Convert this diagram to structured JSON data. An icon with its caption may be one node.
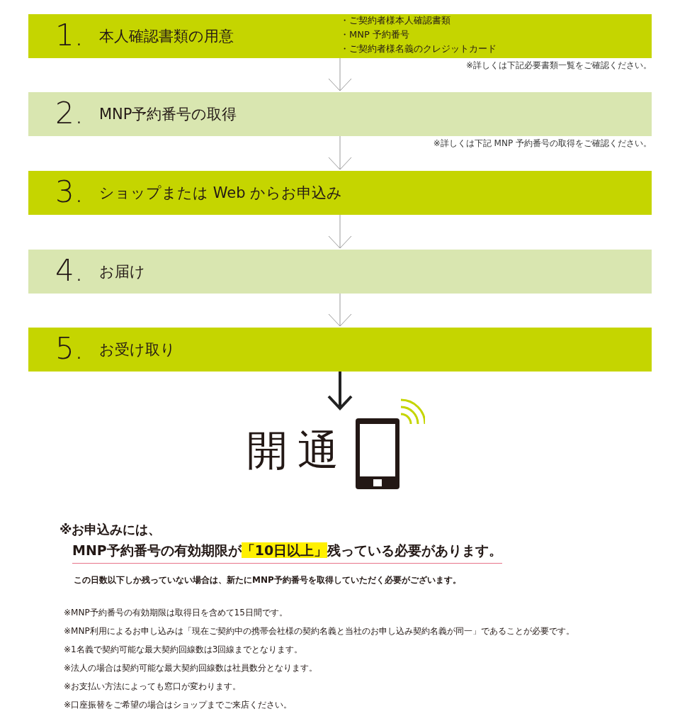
{
  "diagram": {
    "nodes": [
      {
        "text": [
          "1.",
          "本人確認書類の用意",
          "・ご契約者様本人確認書類",
          "・MNP 予約番号",
          "・ご契約者様名義のクレジットカード"
        ],
        "beside": [
          "※詳しくは下記必要書類一覧をご確認ください。"
        ]
      },
      {
        "text": [
          "2.",
          "MNP予約番号の取得"
        ],
        "beside": [
          "※詳しくは下記 MNP 予約番号の取得をご確認ください。"
        ]
      },
      {
        "text": [
          "3.",
          "ショップまたは Web からお申込み"
        ]
      },
      {
        "text": [
          "4.",
          "お届け"
        ]
      },
      {
        "text": [
          "5.",
          "お受け取り"
        ]
      },
      {
        "text": [
          "開通"
        ]
      }
    ],
    "edges": [
      {
        "from": 0,
        "to": 1,
        "arrow": "to"
      },
      {
        "from": 1,
        "to": 2,
        "arrow": "to"
      },
      {
        "from": 2,
        "to": 3,
        "arrow": "to"
      },
      {
        "from": 3,
        "to": 4,
        "arrow": "to"
      },
      {
        "from": 4,
        "to": 5,
        "arrow": "to",
        "style": "thick",
        "color": "#222222"
      }
    ],
    "labels": [
      "※お申込みには、",
      "MNP予約番号の有効期限が**「10日以上」**残っている必要があります。",
      "この日数以下しか残っていない場合は、新たにMNP予約番号を取得していただく必要がございます。",
      "※MNP予約番号の有効期限は取得日を含めて15日間です。",
      "※MNP利用によるお申し込みは「現在ご契約中の携帯会社様の契約名義と当社のお申し込み契約名義が同一」であることが必要です。",
      "※1名義で契約可能な最大契約回線数は3回線までとなります。",
      "※法人の場合は契約可能な最大契約回線数は社員数分となります。",
      "※お支払い方法によっても窓口が変わります。",
      "※口座振替をご希望の場合はショップまでご来店ください。"
    ]
  }
}
